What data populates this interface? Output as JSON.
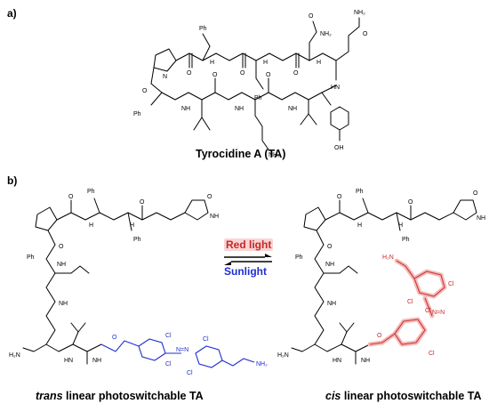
{
  "panels": {
    "a": {
      "label": "a)",
      "caption": "Tyrocidine A (TA)"
    },
    "b": {
      "label": "b)",
      "left_caption_em": "trans",
      "left_caption_rest": " linear photoswitchable TA",
      "right_caption_em": "cis",
      "right_caption_rest": " linear photoswitchable TA",
      "forward_light": "Red light",
      "reverse_light": "Sunlight"
    }
  },
  "atoms": {
    "ph": "Ph",
    "nh": "NH",
    "hn": "HN",
    "o": "O",
    "n": "N",
    "nh2": "NH₂",
    "h2n": "H₂N",
    "oh": "OH",
    "cl": "Cl",
    "nn": "N=N",
    "h": "H"
  },
  "colors": {
    "trans_switch": "#1f2fd0",
    "cis_switch": "#c62828",
    "highlight": "#f9d4d4"
  }
}
